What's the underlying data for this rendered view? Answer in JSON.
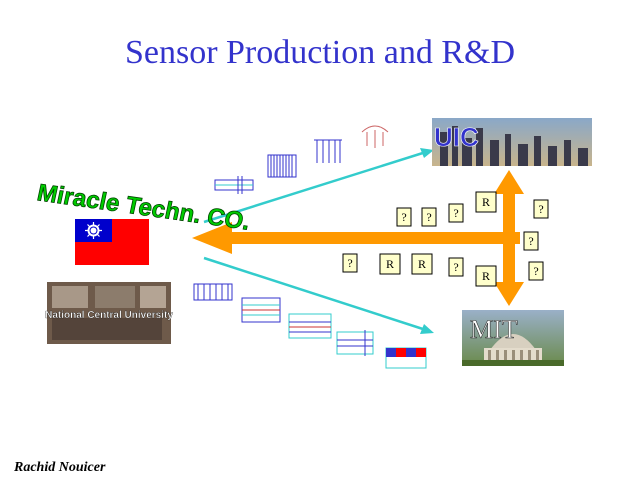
{
  "title": "Sensor Production and R&D",
  "author": "Rachid Nouicer",
  "nodes": {
    "company": "Miracle Techn. CO.",
    "university": "National Central University",
    "uic": "UIC",
    "mit": "MIT"
  },
  "markers": {
    "question": "?",
    "r": "R"
  },
  "colors": {
    "title": "#3333cc",
    "cyan_arrow": "#33cccc",
    "orange_arrow": "#ff9900",
    "wordart_green": "#00cc00",
    "flag_red": "#ff0000",
    "flag_blue": "#0000cc"
  },
  "icons": [
    "taiwan-flag-icon",
    "campus-photo-icon",
    "chicago-skyline-icon",
    "mit-dome-icon",
    "sensor-chip-icon",
    "scroll-icon"
  ]
}
